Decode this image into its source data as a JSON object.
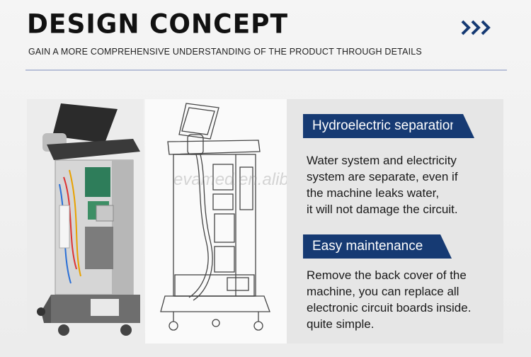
{
  "header": {
    "title": "DESIGN CONCEPT",
    "subtitle": "GAIN A MORE COMPREHENSIVE UNDERSTANDING OF THE PRODUCT THROUGH DETAILS"
  },
  "watermark": "evamed.en.alibaba",
  "features": [
    {
      "title": "Hydroelectric separation",
      "lines": [
        "Water system and electricity",
        "system are separate, even if",
        "the machine leaks water,",
        "it will not damage the circuit."
      ]
    },
    {
      "title": "Easy maintenance",
      "lines": [
        "Remove the back cover of the",
        "machine, you can replace all",
        "electronic circuit boards inside.",
        "quite simple."
      ]
    }
  ],
  "colors": {
    "accent": "#163a73",
    "divider": "#b8c0d8"
  },
  "icons": {
    "arrows": "triple-chevron-right-icon"
  }
}
